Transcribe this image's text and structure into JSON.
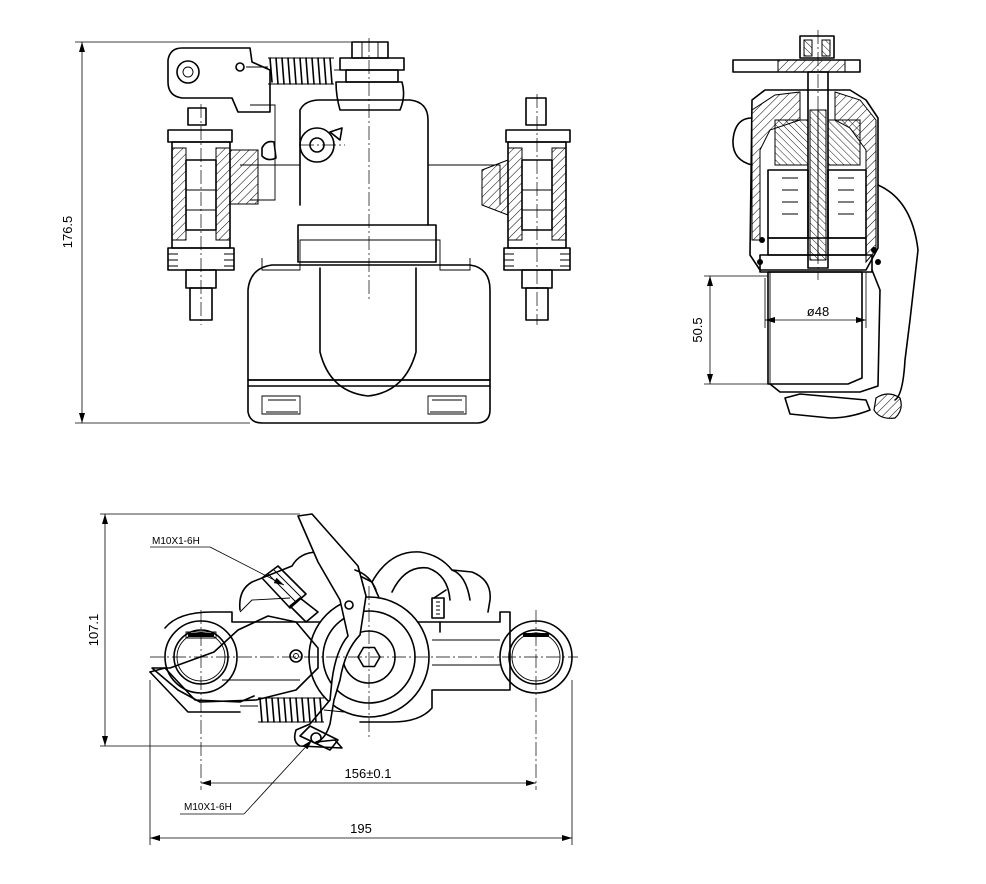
{
  "front_view": {
    "height_dim": "176.5"
  },
  "side_view": {
    "bore_dim": "ø48",
    "depth_dim": "50.5"
  },
  "top_view": {
    "height_dim": "107.1",
    "thread_upper": "M10X1-6H",
    "thread_lower": "M10X1-6H",
    "pin_spacing_dim": "156±0.1",
    "overall_width_dim": "195"
  },
  "colors": {
    "line": "#000000",
    "background": "#ffffff"
  }
}
